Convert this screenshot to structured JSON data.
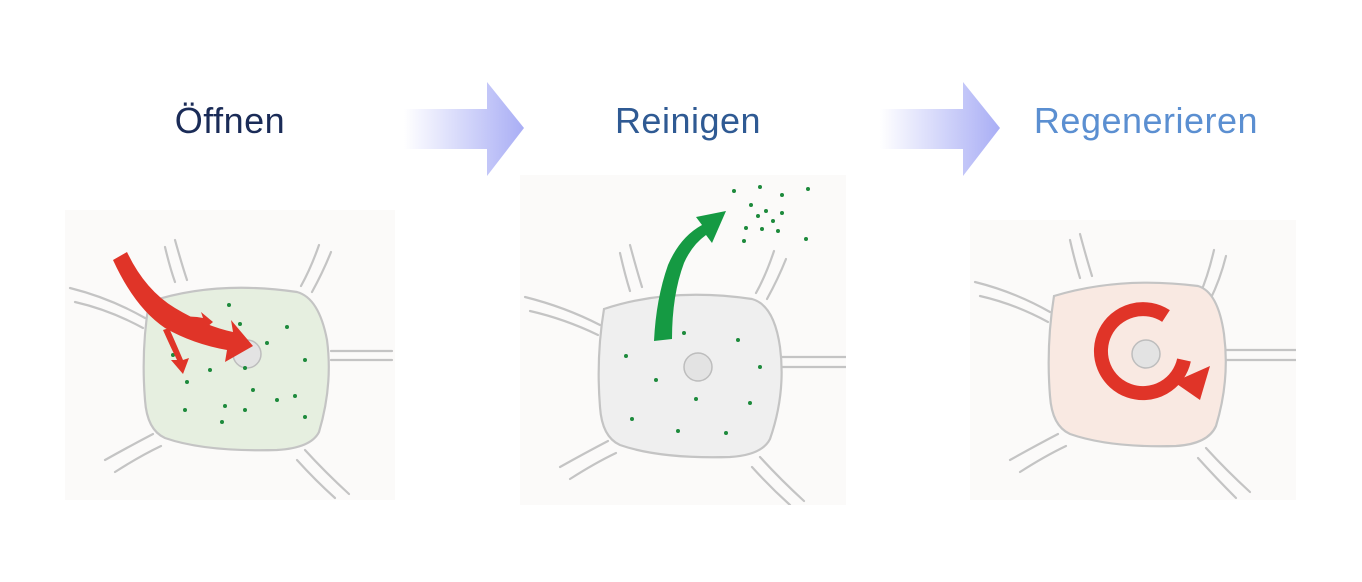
{
  "steps": [
    {
      "title": "Öffnen"
    },
    {
      "title": "Reinigen"
    },
    {
      "title": "Regenerieren"
    }
  ],
  "colors": {
    "title_1": "#1a2b57",
    "title_2": "#2f5a93",
    "title_3": "#5b8fd1",
    "flow_arrow": "#a9aef5",
    "cell_wall": "#c4c4c4",
    "cell_green_fill": "#e6efe0",
    "cell_grey_fill": "#efefef",
    "cell_pink_fill": "#f9e9e2",
    "red_arrow": "#e03428",
    "green_arrow": "#159a43",
    "particle": "#1d8a3c",
    "nucleus": "#e3e3e3"
  }
}
